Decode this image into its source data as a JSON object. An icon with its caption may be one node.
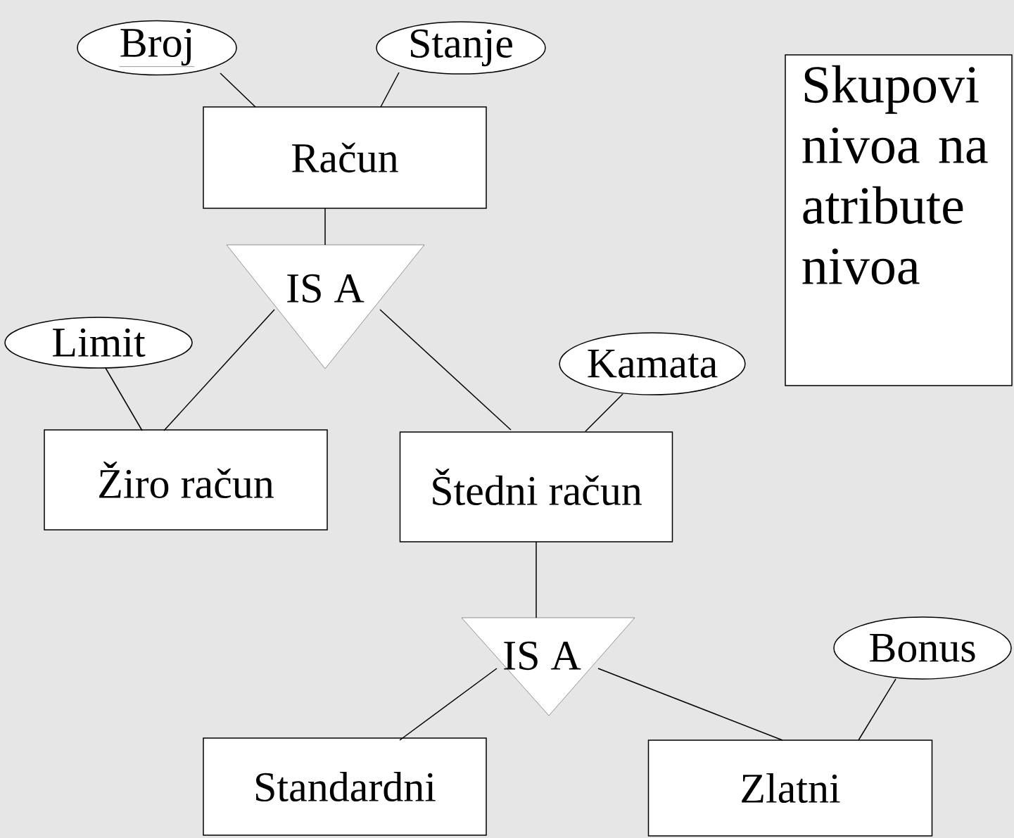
{
  "diagram": {
    "nodes": [
      {
        "text": [
          "Broj"
        ]
      },
      {
        "text": [
          "Stanje"
        ]
      },
      {
        "text": [
          "Račun"
        ]
      },
      {
        "text": [
          "IS A"
        ]
      },
      {
        "text": [
          "Limit"
        ]
      },
      {
        "text": [
          "Kamata"
        ]
      },
      {
        "text": [
          "Žiro račun"
        ]
      },
      {
        "text": [
          "Štedni račun"
        ]
      },
      {
        "text": [
          "IS A"
        ]
      },
      {
        "text": [
          "Bonus"
        ]
      },
      {
        "text": [
          "Standardni"
        ]
      },
      {
        "text": [
          "Zlatni"
        ]
      },
      {
        "text": [
          "Skupovi nivoa na atribute nivoa"
        ]
      }
    ],
    "edges": [
      {
        "from": 0,
        "to": 2,
        "arrow": "none"
      },
      {
        "from": 1,
        "to": 2,
        "arrow": "none"
      },
      {
        "from": 2,
        "to": 3,
        "arrow": "none"
      },
      {
        "from": 3,
        "to": 6,
        "arrow": "none"
      },
      {
        "from": 3,
        "to": 7,
        "arrow": "none"
      },
      {
        "from": 4,
        "to": 6,
        "arrow": "none"
      },
      {
        "from": 5,
        "to": 7,
        "arrow": "none"
      },
      {
        "from": 7,
        "to": 8,
        "arrow": "none"
      },
      {
        "from": 8,
        "to": 10,
        "arrow": "none"
      },
      {
        "from": 8,
        "to": 11,
        "arrow": "none"
      },
      {
        "from": 9,
        "to": 11,
        "arrow": "none"
      }
    ]
  }
}
